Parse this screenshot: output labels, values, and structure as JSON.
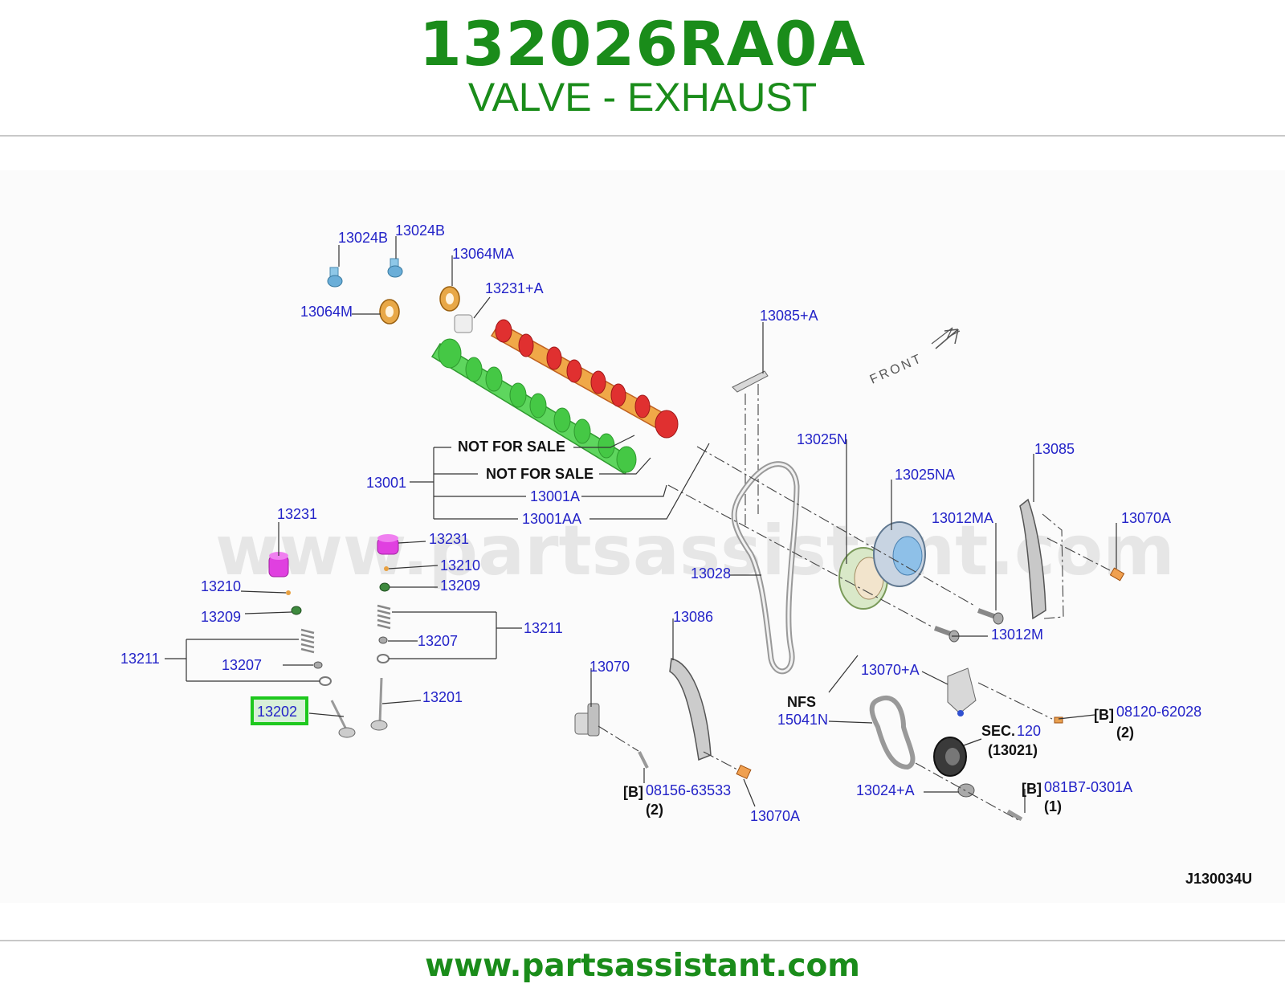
{
  "header": {
    "part_number": "132026RA0A",
    "description": "VALVE - EXHAUST"
  },
  "watermark": "www.partsassistant.com",
  "diagram": {
    "direction_label": "FRONT",
    "diagram_id": "J130034U",
    "highlighted_part": "13202",
    "labels": {
      "p13024b_left": "13024B",
      "p13024b_right": "13024B",
      "p13064ma": "13064MA",
      "p13064m": "13064M",
      "p13231a": "13231+A",
      "p13085a": "13085+A",
      "not_for_sale_1": "NOT FOR SALE",
      "not_for_sale_2": "NOT FOR SALE",
      "p13001": "13001",
      "p13001a": "13001A",
      "p13001aa": "13001AA",
      "p13025n": "13025N",
      "p13025na": "13025NA",
      "p13085": "13085",
      "p13012ma": "13012MA",
      "p13070a_top": "13070A",
      "p13231_left": "13231",
      "p13231_right": "13231",
      "p13210_left": "13210",
      "p13210_right": "13210",
      "p13209_left": "13209",
      "p13209_right": "13209",
      "p13211_left": "13211",
      "p13211_right": "13211",
      "p13207_left": "13207",
      "p13207_right": "13207",
      "p13202": "13202",
      "p13201": "13201",
      "p13028": "13028",
      "p13086": "13086",
      "p13012m": "13012M",
      "p13070": "13070",
      "p13070a_plus": "13070+A",
      "nfs": "NFS",
      "p15041n": "15041N",
      "b_tag_1": "[B]",
      "p08120_62028": "08120-62028",
      "qty_2a": "(2)",
      "sec_prefix": "SEC.",
      "sec_number": "120",
      "p13021": "(13021)",
      "b_tag_2": "[B]",
      "p08156_63533": "08156-63533",
      "qty_2b": "(2)",
      "p13070a_bottom": "13070A",
      "p13024a": "13024+A",
      "b_tag_3": "[B]",
      "p081b7_0301a": "081B7-0301A",
      "qty_1": "(1)"
    }
  },
  "footer": {
    "url": "www.partsassistant.com"
  },
  "colors": {
    "brand_green": "#1a8c1a",
    "label_blue": "#2323c8",
    "highlight_green": "#1ec81e"
  }
}
